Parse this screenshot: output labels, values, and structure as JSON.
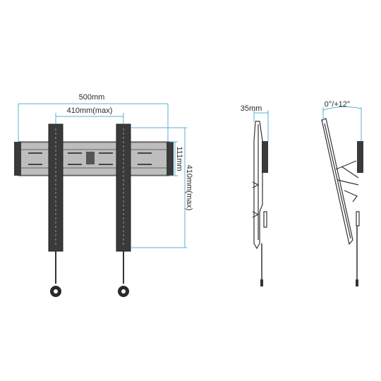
{
  "diagram": {
    "front_view": {
      "overall_width_label": "500mm",
      "vesa_width_label": "410mm(max)",
      "plate_height_label": "111mm",
      "vesa_height_label": "410mm(max)"
    },
    "side_view": {
      "depth_label": "35mm"
    },
    "tilt_view": {
      "tilt_label": "0°/+12°"
    },
    "colors": {
      "dimension_line": "#5ab2d0",
      "metal": "#3a3a3a",
      "plate_fill": "#9a9a9a"
    }
  }
}
